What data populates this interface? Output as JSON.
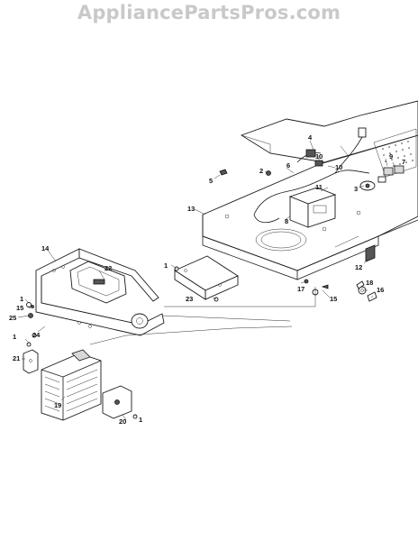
{
  "watermark": "AppliancePartsPros.com",
  "callouts": [
    {
      "id": "c1a",
      "text": "1"
    },
    {
      "id": "c1b",
      "text": "1"
    },
    {
      "id": "c1c",
      "text": "1"
    },
    {
      "id": "c1d",
      "text": "1"
    },
    {
      "id": "c2",
      "text": "2"
    },
    {
      "id": "c3",
      "text": "3"
    },
    {
      "id": "c4",
      "text": "4"
    },
    {
      "id": "c5",
      "text": "5"
    },
    {
      "id": "c6",
      "text": "6"
    },
    {
      "id": "c7",
      "text": "7"
    },
    {
      "id": "c8",
      "text": "8"
    },
    {
      "id": "c9",
      "text": "9"
    },
    {
      "id": "c10a",
      "text": "10"
    },
    {
      "id": "c10b",
      "text": "10"
    },
    {
      "id": "c11",
      "text": "11"
    },
    {
      "id": "c12",
      "text": "12"
    },
    {
      "id": "c13",
      "text": "13"
    },
    {
      "id": "c14",
      "text": "14"
    },
    {
      "id": "c15a",
      "text": "15"
    },
    {
      "id": "c15b",
      "text": "15"
    },
    {
      "id": "c16",
      "text": "16"
    },
    {
      "id": "c17",
      "text": "17"
    },
    {
      "id": "c18",
      "text": "18"
    },
    {
      "id": "c19",
      "text": "19"
    },
    {
      "id": "c20",
      "text": "20"
    },
    {
      "id": "c21",
      "text": "21"
    },
    {
      "id": "c22",
      "text": "22"
    },
    {
      "id": "c23",
      "text": "23"
    },
    {
      "id": "c24",
      "text": "24"
    },
    {
      "id": "c25",
      "text": "25"
    }
  ]
}
